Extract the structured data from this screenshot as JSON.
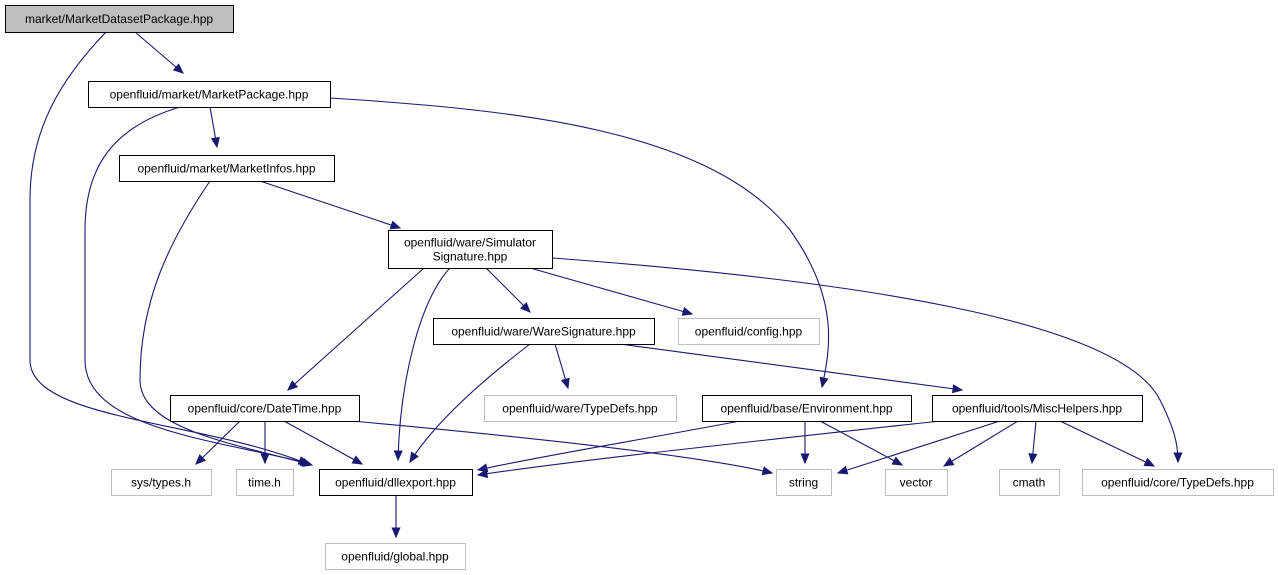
{
  "colors": {
    "root_fill": "#bfbfbf",
    "node_fill": "#ffffff",
    "node_border": "#000000",
    "external_border": "#bfbfbf",
    "edge": "#191970"
  },
  "nodes": {
    "market_dataset": {
      "label": "market/MarketDatasetPackage.hpp",
      "kind": "root"
    },
    "market_package": {
      "label": "openfluid/market/MarketPackage.hpp",
      "kind": "documented"
    },
    "market_infos": {
      "label": "openfluid/market/MarketInfos.hpp",
      "kind": "documented"
    },
    "simulator_signature": {
      "label": [
        "openfluid/ware/Simulator",
        "Signature.hpp"
      ],
      "kind": "documented"
    },
    "ware_signature": {
      "label": "openfluid/ware/WareSignature.hpp",
      "kind": "documented"
    },
    "config": {
      "label": "openfluid/config.hpp",
      "kind": "external"
    },
    "datetime": {
      "label": "openfluid/core/DateTime.hpp",
      "kind": "documented"
    },
    "ware_typedefs": {
      "label": "openfluid/ware/TypeDefs.hpp",
      "kind": "external"
    },
    "environment": {
      "label": "openfluid/base/Environment.hpp",
      "kind": "documented"
    },
    "misc_helpers": {
      "label": "openfluid/tools/MiscHelpers.hpp",
      "kind": "documented"
    },
    "sys_types": {
      "label": "sys/types.h",
      "kind": "external"
    },
    "time_h": {
      "label": "time.h",
      "kind": "external"
    },
    "dllexport": {
      "label": "openfluid/dllexport.hpp",
      "kind": "documented"
    },
    "string": {
      "label": "string",
      "kind": "external"
    },
    "vector": {
      "label": "vector",
      "kind": "external"
    },
    "cmath": {
      "label": "cmath",
      "kind": "external"
    },
    "core_typedefs": {
      "label": "openfluid/core/TypeDefs.hpp",
      "kind": "external"
    },
    "global": {
      "label": "openfluid/global.hpp",
      "kind": "external"
    }
  },
  "edges": [
    [
      "market_dataset",
      "market_package"
    ],
    [
      "market_dataset",
      "dllexport"
    ],
    [
      "market_package",
      "market_infos"
    ],
    [
      "market_package",
      "dllexport"
    ],
    [
      "market_package",
      "environment"
    ],
    [
      "market_infos",
      "simulator_signature"
    ],
    [
      "market_infos",
      "dllexport"
    ],
    [
      "simulator_signature",
      "ware_signature"
    ],
    [
      "simulator_signature",
      "config"
    ],
    [
      "simulator_signature",
      "datetime"
    ],
    [
      "simulator_signature",
      "dllexport"
    ],
    [
      "simulator_signature",
      "core_typedefs"
    ],
    [
      "ware_signature",
      "ware_typedefs"
    ],
    [
      "ware_signature",
      "misc_helpers"
    ],
    [
      "ware_signature",
      "dllexport"
    ],
    [
      "datetime",
      "sys_types"
    ],
    [
      "datetime",
      "time_h"
    ],
    [
      "datetime",
      "dllexport"
    ],
    [
      "datetime",
      "string"
    ],
    [
      "environment",
      "dllexport"
    ],
    [
      "environment",
      "string"
    ],
    [
      "environment",
      "vector"
    ],
    [
      "misc_helpers",
      "dllexport"
    ],
    [
      "misc_helpers",
      "string"
    ],
    [
      "misc_helpers",
      "vector"
    ],
    [
      "misc_helpers",
      "cmath"
    ],
    [
      "misc_helpers",
      "core_typedefs"
    ],
    [
      "dllexport",
      "global"
    ]
  ]
}
